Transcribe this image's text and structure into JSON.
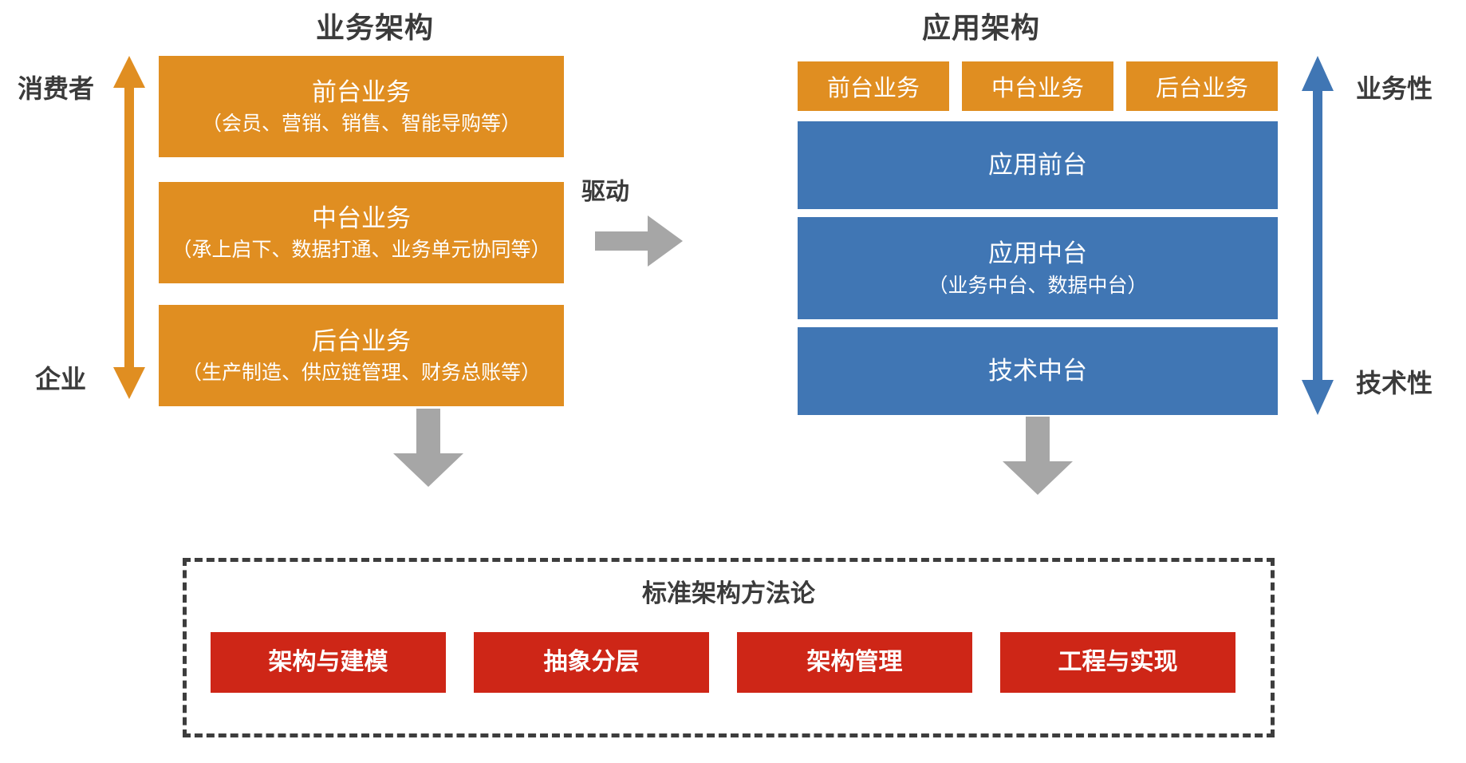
{
  "colors": {
    "orange": "#E08E21",
    "blue": "#4076B4",
    "red": "#CE2617",
    "gray_arrow": "#A6A6A6",
    "dashed_border": "#3D3D3D",
    "text_dark": "#3B3B3B",
    "background": "#FFFFFF"
  },
  "business": {
    "title": "业务架构",
    "axis": {
      "top_label": "消费者",
      "bottom_label": "企业",
      "direction": "double-up-down"
    },
    "layers": [
      {
        "name": "前台业务",
        "detail": "（会员、营销、销售、智能导购等）"
      },
      {
        "name": "中台业务",
        "detail": "（承上启下、数据打通、业务单元协同等）"
      },
      {
        "name": "后台业务",
        "detail": "（生产制造、供应链管理、财务总账等）"
      }
    ]
  },
  "connector": {
    "label": "驱动",
    "icon": "right-arrow-icon"
  },
  "application": {
    "title": "应用架构",
    "axis": {
      "top_label": "业务性",
      "bottom_label": "技术性",
      "direction": "double-up-down"
    },
    "chips": [
      "前台业务",
      "中台业务",
      "后台业务"
    ],
    "layers": [
      {
        "name": "应用前台",
        "detail": ""
      },
      {
        "name": "应用中台",
        "detail": "（业务中台、数据中台）"
      },
      {
        "name": "技术中台",
        "detail": ""
      }
    ]
  },
  "methodology": {
    "title": "标准架构方法论",
    "items": [
      "架构与建模",
      "抽象分层",
      "架构管理",
      "工程与实现"
    ],
    "down_arrows": [
      "down-arrow-icon",
      "down-arrow-icon"
    ]
  }
}
